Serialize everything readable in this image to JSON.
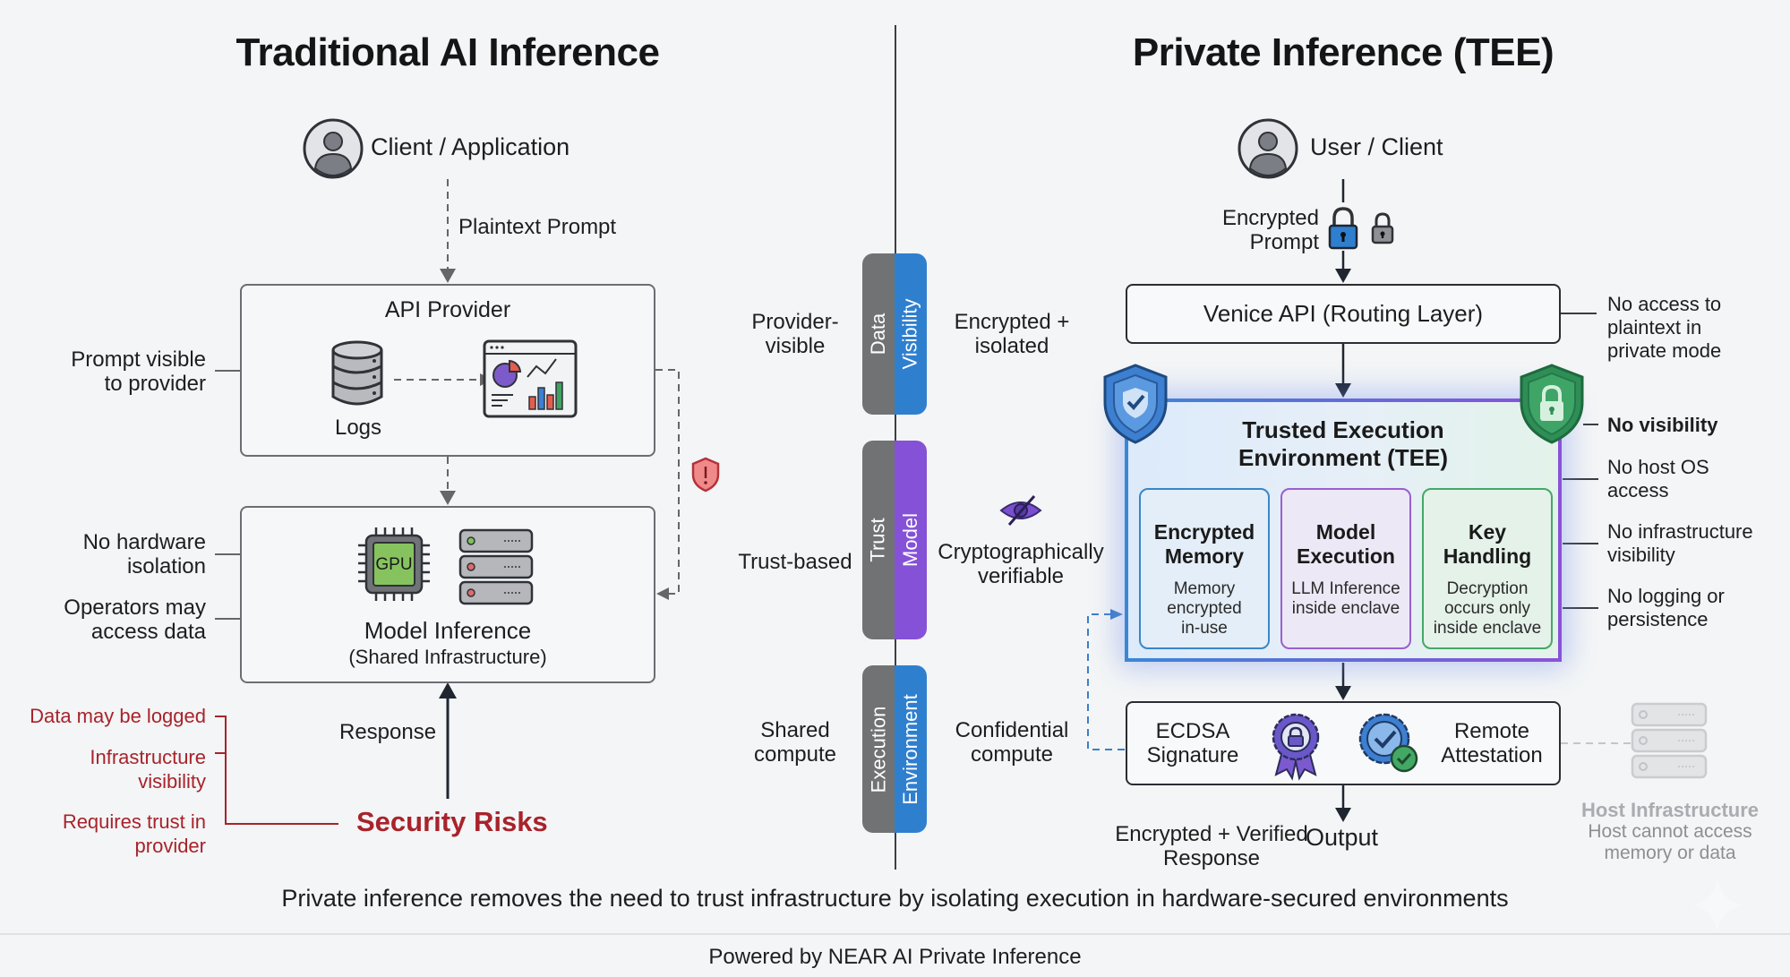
{
  "left": {
    "title": "Traditional AI Inference",
    "client_label": "Client / Application",
    "prompt_label": "Plaintext Prompt",
    "api_box": {
      "title": "API Provider",
      "logs_label": "Logs"
    },
    "model_box": {
      "gpu_label": "GPU",
      "title": "Model Inference",
      "subtitle": "(Shared Infrastructure)"
    },
    "annotations": [
      {
        "line1": "Prompt visible",
        "line2": "to provider"
      },
      {
        "line1": "No hardware",
        "line2": "isolation"
      },
      {
        "line1": "Operators may",
        "line2": "access data"
      }
    ],
    "response_label": "Response",
    "risks": {
      "title": "Security Risks",
      "items": [
        {
          "line1": "Data may be logged",
          "line2": ""
        },
        {
          "line1": "Infrastructure",
          "line2": "visibility"
        },
        {
          "line1": "Requires trust in",
          "line2": "provider"
        }
      ]
    }
  },
  "comparison": [
    {
      "left_word": "Data",
      "right_word": "Visibility",
      "accent": "#2f7fcf",
      "traditional": [
        "Provider-",
        "visible"
      ],
      "private": [
        "Encrypted +",
        "isolated"
      ]
    },
    {
      "left_word": "Trust",
      "right_word": "Model",
      "accent": "#8551d6",
      "traditional": [
        "Trust-based"
      ],
      "private": [
        "Cryptographically",
        "verifiable"
      ]
    },
    {
      "left_word": "Execution",
      "right_word": "Environment",
      "accent": "#2f7fcf",
      "traditional": [
        "Shared",
        "compute"
      ],
      "private": [
        "Confidential",
        "compute"
      ]
    }
  ],
  "right": {
    "title": "Private Inference (TEE)",
    "client_label": "User / Client",
    "prompt_label": [
      "Encrypted",
      "Prompt"
    ],
    "venice_box": "Venice API (Routing Layer)",
    "venice_note": [
      "No access to",
      "plaintext in",
      "private mode"
    ],
    "tee": {
      "title": [
        "Trusted Execution",
        "Environment (TEE)"
      ],
      "cards": [
        {
          "title": [
            "Encrypted",
            "Memory"
          ],
          "body": [
            "Memory",
            "encrypted",
            "in-use"
          ],
          "color": "#3a86c8"
        },
        {
          "title": [
            "Model",
            "Execution"
          ],
          "body": [
            "LLM Inference",
            "inside enclave"
          ],
          "color": "#9a5fd0"
        },
        {
          "title": [
            "Key",
            "Handling"
          ],
          "body": [
            "Decryption",
            "occurs only",
            "inside enclave"
          ],
          "color": "#44a866"
        }
      ],
      "notes": [
        {
          "lines": [
            "No visibility"
          ],
          "bold": true
        },
        {
          "lines": [
            "No host OS",
            "access"
          ],
          "bold": false
        },
        {
          "lines": [
            "No infrastructure",
            "visibility"
          ],
          "bold": false
        },
        {
          "lines": [
            "No logging or",
            "persistence"
          ],
          "bold": false
        }
      ]
    },
    "attest_box": {
      "sig_label": [
        "ECDSA",
        "Signature"
      ],
      "att_label": [
        "Remote",
        "Attestation"
      ]
    },
    "output_label": "Output",
    "response_label": [
      "Encrypted + Verified",
      "Response"
    ],
    "host": {
      "title": "Host Infrastructure",
      "desc": [
        "Host cannot access",
        "memory or data"
      ]
    }
  },
  "footer": {
    "summary": "Private inference removes the need to trust infrastructure by isolating execution in hardware-secured environments",
    "powered_by": "Powered by NEAR AI Private Inference"
  }
}
